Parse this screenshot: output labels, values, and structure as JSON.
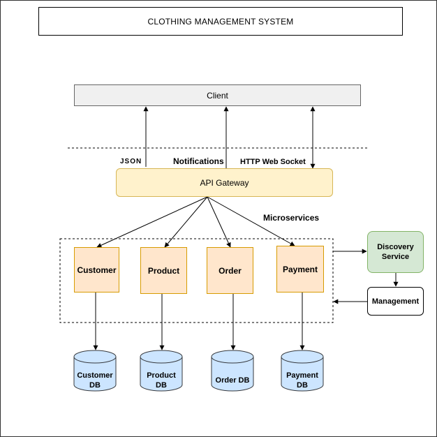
{
  "title": "CLOTHING MANAGEMENT SYSTEM",
  "client": "Client",
  "gateway": "API Gateway",
  "edge_labels": {
    "json": "JSON",
    "notifications": "Notifications",
    "http": "HTTP Web Socket",
    "microservices": "Microservices"
  },
  "services": [
    "Customer",
    "Product",
    "Order",
    "Payment"
  ],
  "databases": [
    {
      "line1": "Customer",
      "line2": "DB"
    },
    {
      "line1": "Product",
      "line2": "DB"
    },
    {
      "line1": "Order DB",
      "line2": ""
    },
    {
      "line1": "Payment",
      "line2": "DB"
    }
  ],
  "discovery": "Discovery Service",
  "management": "Management",
  "colors": {
    "service_fill": "#ffe6cc",
    "service_stroke": "#d79b00",
    "db_fill": "#cce5ff",
    "db_stroke": "#36393d",
    "gateway_fill": "#fff2cc",
    "discovery_fill": "#d5e8d4"
  }
}
